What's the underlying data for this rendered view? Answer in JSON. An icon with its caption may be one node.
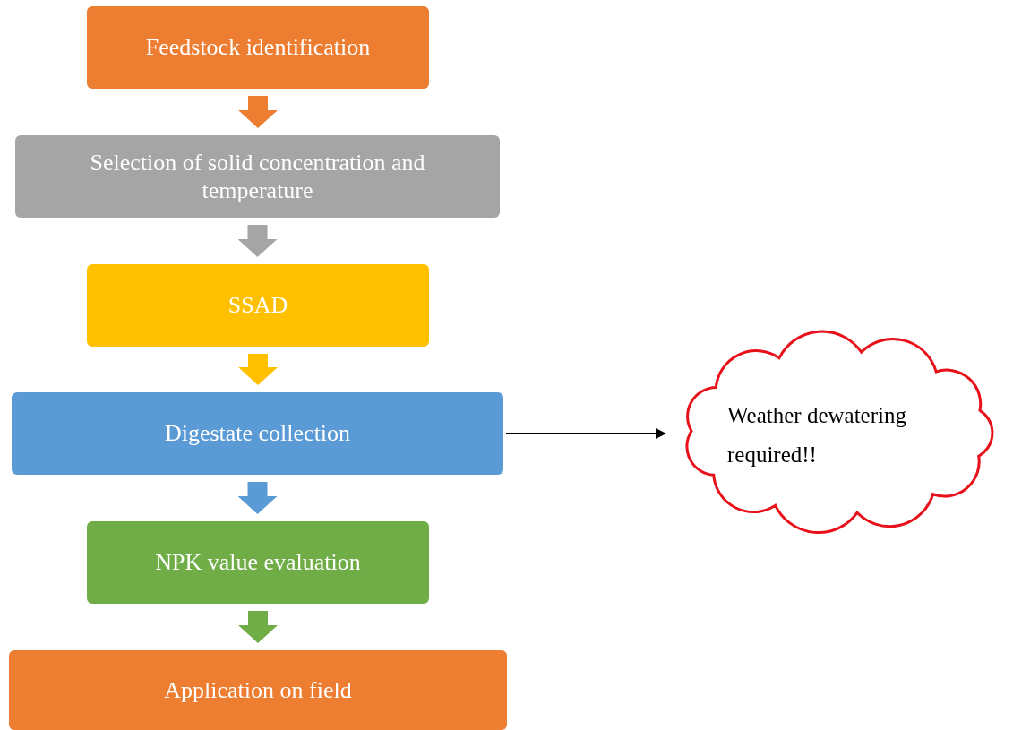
{
  "diagram": {
    "nodes": [
      {
        "text": [
          "Feedstock identification"
        ]
      },
      {
        "text": [
          "Selection of solid concentration and temperature"
        ]
      },
      {
        "text": [
          "SSAD"
        ]
      },
      {
        "text": [
          "Digestate collection"
        ]
      },
      {
        "text": [
          "NPK value evaluation"
        ]
      },
      {
        "text": [
          "Application on field"
        ]
      },
      {
        "text": [
          "Weather dewatering required!!"
        ]
      }
    ],
    "edges": [
      {
        "from": 0,
        "to": 1,
        "arrow": "to",
        "color": "#ed7d31"
      },
      {
        "from": 1,
        "to": 2,
        "arrow": "to",
        "color": "#a5a5a5"
      },
      {
        "from": 2,
        "to": 3,
        "arrow": "to",
        "color": "#ffc000"
      },
      {
        "from": 3,
        "to": 4,
        "arrow": "to",
        "color": "#5b9bd5"
      },
      {
        "from": 4,
        "to": 5,
        "arrow": "to",
        "color": "#70ad47"
      },
      {
        "from": 3,
        "to": 6,
        "arrow": "to",
        "color": "#000000"
      }
    ]
  }
}
